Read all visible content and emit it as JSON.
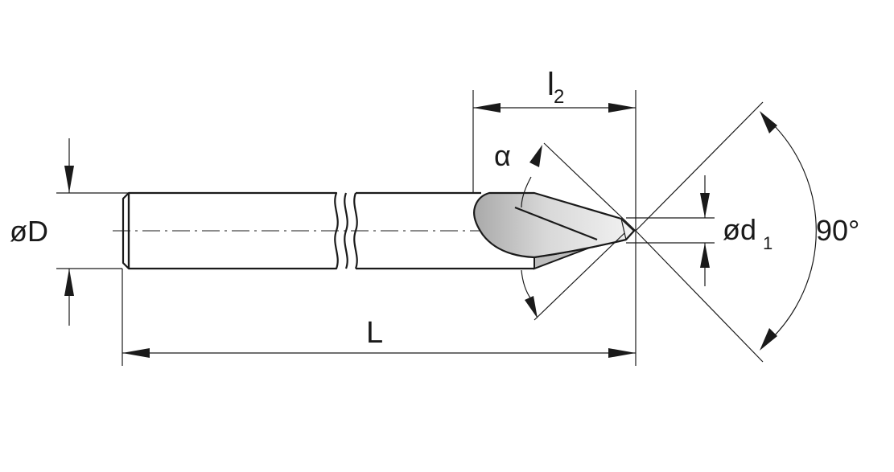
{
  "labels": {
    "shank_diameter": "øD",
    "tip_diameter_main": "ød",
    "tip_diameter_sub": "1",
    "length": "L",
    "l2_main": "l",
    "l2_sub": "2",
    "angle_alpha": "α",
    "angle_90": "90°"
  },
  "colors": {
    "line": "#1a1a1a",
    "tip_gradient_light": "#f2f2f2",
    "tip_gradient_dark": "#a9a9a9"
  }
}
